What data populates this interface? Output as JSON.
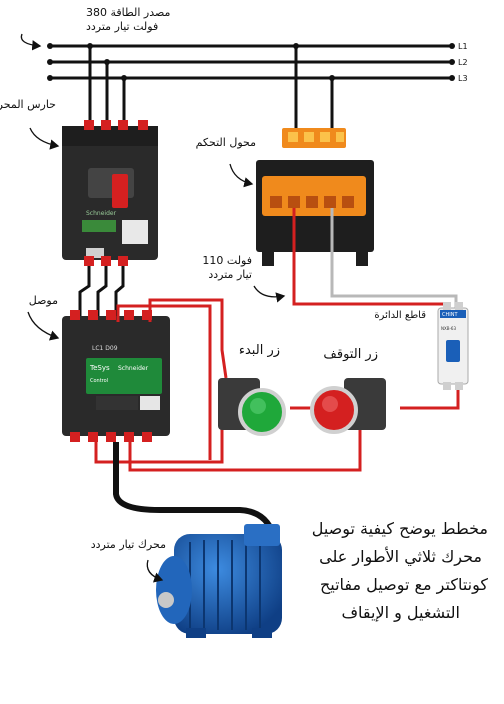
{
  "labels": {
    "source_line1": "مصدر الطاقة 380",
    "source_line2": "فولت تيار متردد",
    "line_l1": "L1",
    "line_l2": "L2",
    "line_l3": "L3",
    "motor_guard": "حارس المحرك",
    "control_transformer": "محول التحكم",
    "v110_line1": "110 فولت",
    "v110_line2": "تيار متردد",
    "contactor": "موصل",
    "start_button": "زر البدء",
    "stop_button": "زر التوقف",
    "breaker": "قاطع الدائرة",
    "motor": "محرك تيار متردد"
  },
  "device_text": {
    "guard_brand": "Schneider",
    "contactor_model": "LC1 D09",
    "contactor_series": "TeSys",
    "contactor_brand": "Schneider",
    "contactor_sub": "Control",
    "breaker_brand": "CHINT",
    "breaker_model": "NXB-63"
  },
  "caption": {
    "line1": "مخطط يوضح كيفية توصيل",
    "line2": "محرك ثلاثي الأطوار على",
    "line3": "كونتاكتر مع توصيل مفاتيح",
    "line4": "التشغيل و الإيقاف"
  },
  "colors": {
    "phase_wire": "#111111",
    "control_wire": "#d42020",
    "neutral_wire": "#b8b8b8",
    "device_body": "#2a2a2a",
    "start_green": "#1fa83a",
    "stop_red": "#d42020",
    "motor_blue": "#1a5fb8",
    "terminal_orange": "#f08a1c"
  }
}
